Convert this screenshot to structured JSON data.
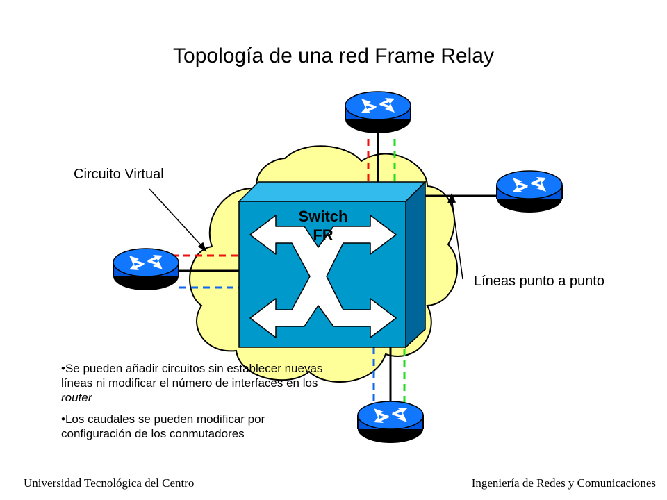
{
  "title": "Topología de una red Frame Relay",
  "labels": {
    "virtual_circuit": "Circuito Virtual",
    "point_to_point": "Líneas punto a punto",
    "switch_line1": "Switch",
    "switch_line2": "FR"
  },
  "bullets": {
    "first_before": "•Se pueden añadir circuitos sin establecer nuevas líneas ni modificar el número de interfaces en los ",
    "first_italic": "router",
    "second": "•Los caudales se pueden modificar por configuración de los conmutadores"
  },
  "footer": {
    "left": "Universidad Tecnológica del Centro",
    "right": "Ingeniería de Redes y Comunicaciones"
  },
  "colors": {
    "cloud_fill": "#ffff99",
    "router_blue": "#0066ff",
    "switch_front": "#0099cc",
    "switch_side": "#006699",
    "dash_red": "#ee1111",
    "dash_green": "#22dd22",
    "dash_blue": "#1166ee"
  },
  "icons": [
    "router-icon",
    "frame-relay-switch-icon",
    "cloud-shape"
  ]
}
